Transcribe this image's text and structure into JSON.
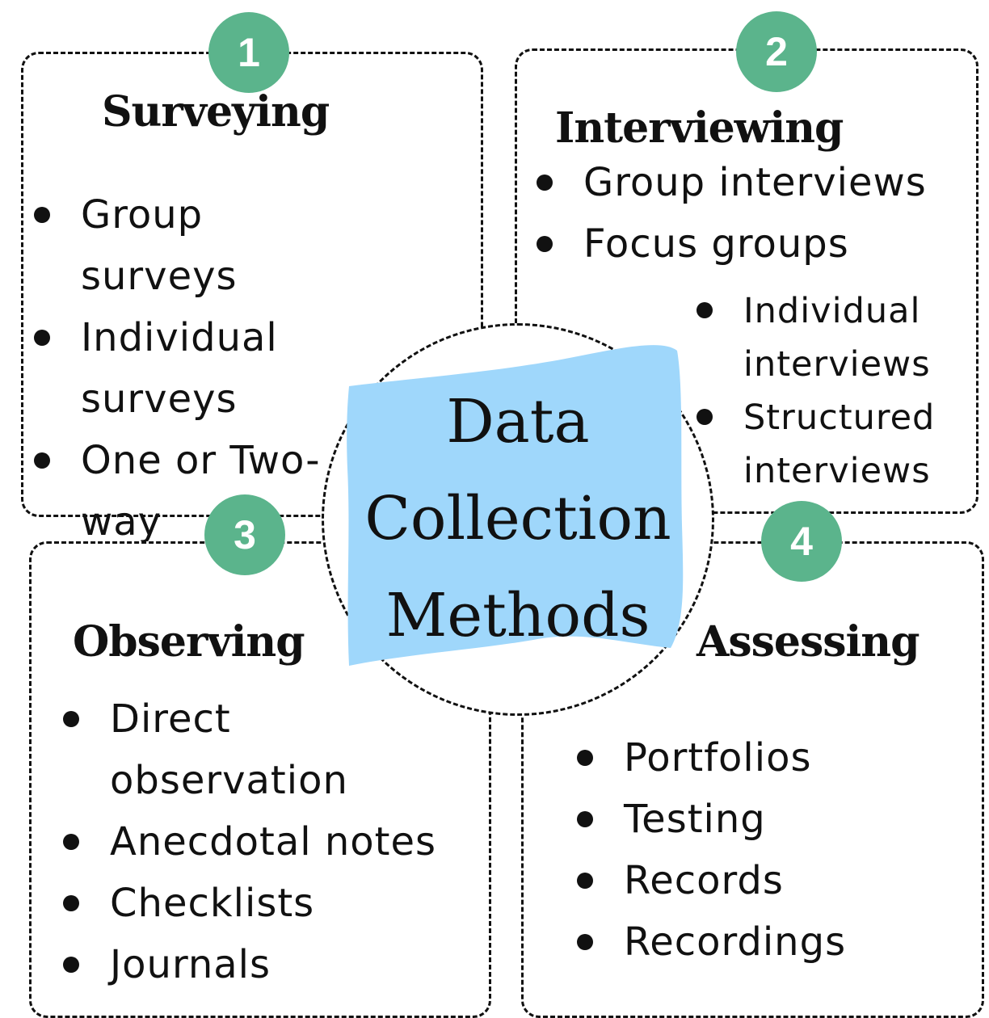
{
  "center": {
    "title_lines": [
      "Data",
      "Collection",
      "Methods"
    ],
    "highlight_color": "#9fd7fb"
  },
  "badge_color": "#5bb48c",
  "sections": [
    {
      "number": "1",
      "title": "Surveying",
      "items": [
        "Group surveys",
        "Individual surveys",
        "One or Two-way surveys"
      ]
    },
    {
      "number": "2",
      "title": "Interviewing",
      "items": [
        "Group interviews",
        "Focus groups"
      ],
      "subitems": [
        "Individual interviews",
        "Structured interviews"
      ]
    },
    {
      "number": "3",
      "title": "Observing",
      "items": [
        "Direct observation",
        "Anecdotal notes",
        "Checklists",
        "Journals"
      ]
    },
    {
      "number": "4",
      "title": "Assessing",
      "items": [
        "Portfolios",
        "Testing",
        "Records",
        "Recordings"
      ]
    }
  ]
}
